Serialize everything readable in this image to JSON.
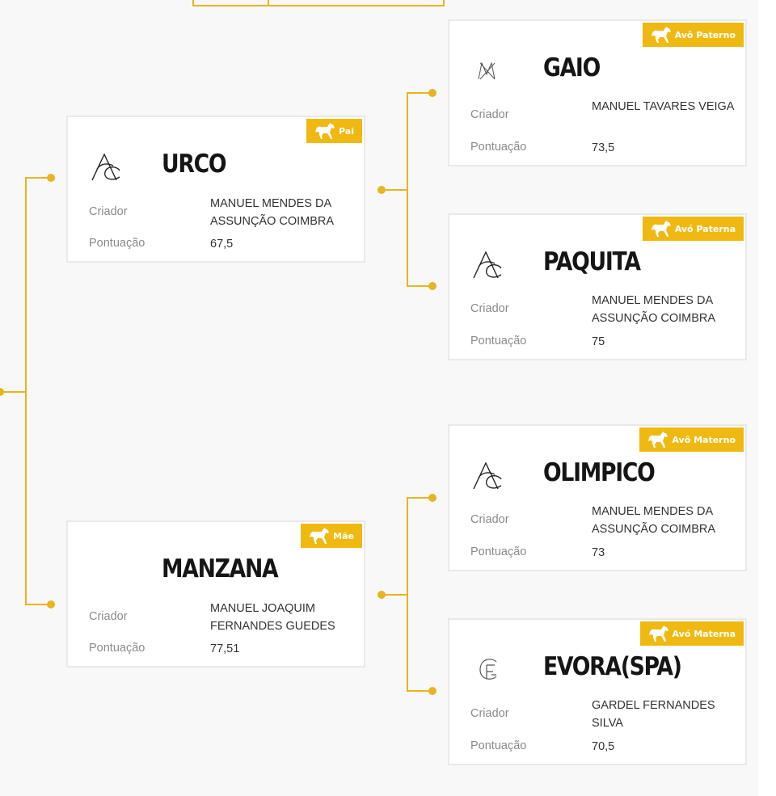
{
  "labels": {
    "breeder": "Criador",
    "score": "Pontuação"
  },
  "colors": {
    "accent": "#f0b912",
    "line": "#e8b420"
  },
  "cards": {
    "pai": {
      "badge": "Pai",
      "name": "URCO",
      "breeder": "MANUEL MENDES DA ASSUNÇÃO COIMBRA",
      "score": "67,5",
      "icon": "horse-icon",
      "brand": "brand-ac-mark"
    },
    "mae": {
      "badge": "Mãe",
      "name": "MANZANA",
      "breeder": "MANUEL JOAQUIM FERNANDES GUEDES",
      "score": "77,51",
      "icon": "horse-icon",
      "brand": ""
    },
    "avo_pt": {
      "badge": "Avô Paterno",
      "name": "GAIO",
      "breeder": "MANUEL TAVARES VEIGA",
      "score": "73,5",
      "icon": "horse-icon",
      "brand": "brand-mx-mark"
    },
    "ava_pt": {
      "badge": "Avó Paterna",
      "name": "PAQUITA",
      "breeder": "MANUEL MENDES DA ASSUNÇÃO COIMBRA",
      "score": "75",
      "icon": "horse-icon",
      "brand": "brand-ac-mark"
    },
    "avo_mt": {
      "badge": "Avô Materno",
      "name": "OLIMPICO",
      "breeder": "MANUEL MENDES DA ASSUNÇÃO COIMBRA",
      "score": "73",
      "icon": "horse-icon",
      "brand": "brand-ac-mark"
    },
    "ava_mt": {
      "badge": "Avó Materna",
      "name": "EVORA(SPA)",
      "breeder": "GARDEL FERNANDES SILVA",
      "score": "70,5",
      "icon": "horse-icon",
      "brand": "brand-gf-mark"
    }
  }
}
